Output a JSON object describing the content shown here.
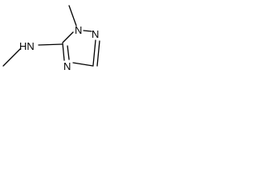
{
  "molecule": {
    "atoms": {
      "n1": "N",
      "n2": "N",
      "n4": "N",
      "nh": "HN"
    }
  },
  "colors": {
    "bond": "#000000",
    "label": "#000000",
    "background": "#ffffff"
  }
}
